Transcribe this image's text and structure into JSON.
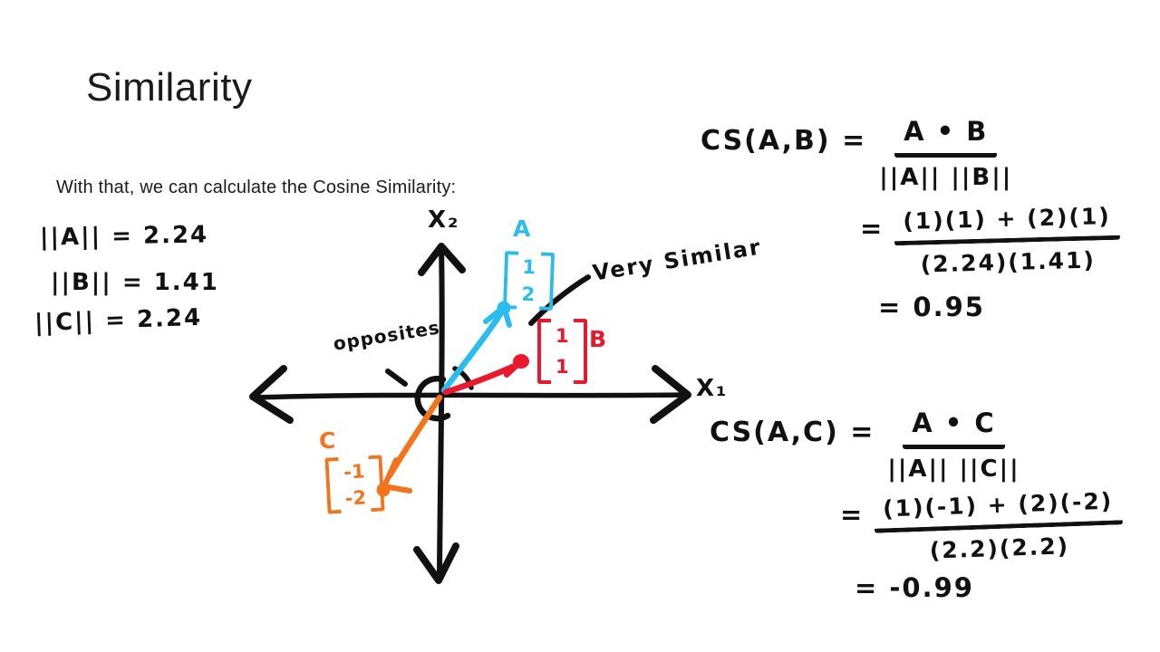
{
  "slide": {
    "title": "Similarity",
    "subtitle": "With that, we can calculate the Cosine Similarity:"
  },
  "norms": {
    "a": "||A|| = 2.24",
    "b": "||B|| = 1.41",
    "c": "||C|| = 2.24"
  },
  "diagram": {
    "ink_color": "#111111",
    "x_axis_label": "X₁",
    "y_axis_label": "X₂",
    "vector_a": {
      "label": "A",
      "color": "#2bbcee",
      "matrix_top": "1",
      "matrix_bottom": "2"
    },
    "vector_b": {
      "label": "B",
      "color": "#e8192d",
      "matrix_top": "1",
      "matrix_bottom": "1"
    },
    "vector_c": {
      "label": "C",
      "color": "#f4731d",
      "matrix_top": "-1",
      "matrix_bottom": "-2"
    },
    "annotation_similar": "Very Similar",
    "annotation_opposites": "opposites"
  },
  "calc_ab": {
    "lhs": "CS(A,B) =",
    "numerator": "A • B",
    "denominator": "||A|| ||B||",
    "eq": "=",
    "step_numerator": "(1)(1) + (2)(1)",
    "step_denominator": "(2.24)(1.41)",
    "result": "= 0.95"
  },
  "calc_ac": {
    "lhs": "CS(A,C) =",
    "numerator": "A • C",
    "denominator": "||A|| ||C||",
    "eq": "=",
    "step_numerator": "(1)(-1) + (2)(-2)",
    "step_denominator": "(2.2)(2.2)",
    "result": "= -0.99"
  }
}
